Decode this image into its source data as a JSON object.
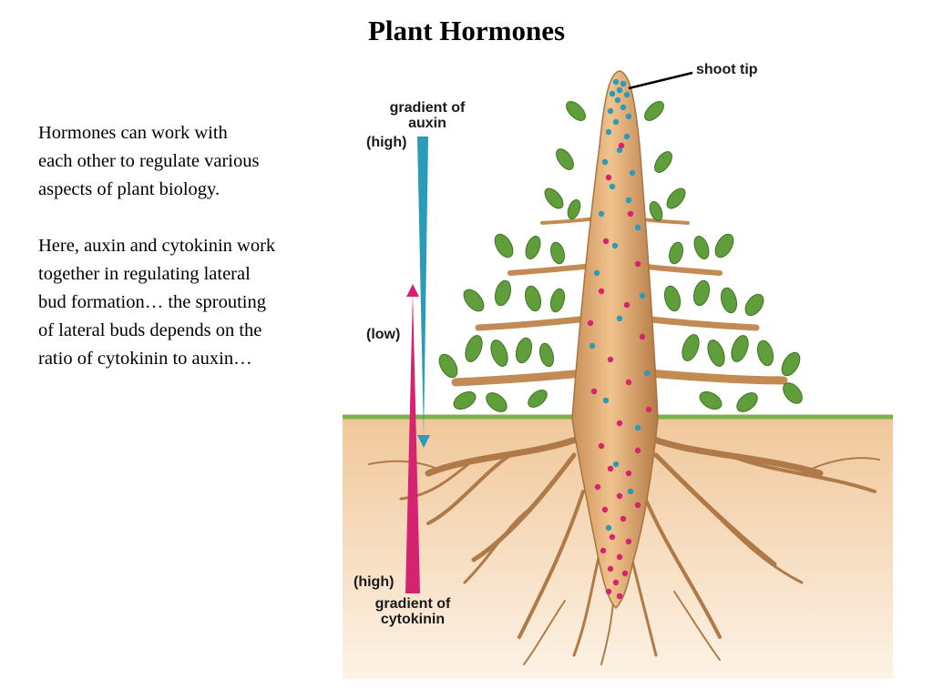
{
  "title": "Plant Hormones",
  "paragraphs": [
    "Hormones can work with\neach other to regulate various\naspects of plant biology.",
    "Here, auxin and cytokinin work\ntogether in regulating lateral\nbud formation… the sprouting\nof lateral buds depends on the\nratio of cytokinin to auxin…"
  ],
  "labels": {
    "shoot_tip": "shoot tip",
    "auxin_gradient_line1": "gradient of",
    "auxin_gradient_line2": "auxin",
    "auxin_high": "(high)",
    "low": "(low)",
    "cytokinin_high": "(high)",
    "cytokinin_gradient_line1": "gradient of",
    "cytokinin_gradient_line2": "cytokinin"
  },
  "colors": {
    "auxin": "#2a9bb8",
    "cytokinin": "#d6236f",
    "stem": "#e7b27a",
    "leaf": "#5f9e3a",
    "soil": "#f3cfa6",
    "grass": "#7bb24a"
  }
}
